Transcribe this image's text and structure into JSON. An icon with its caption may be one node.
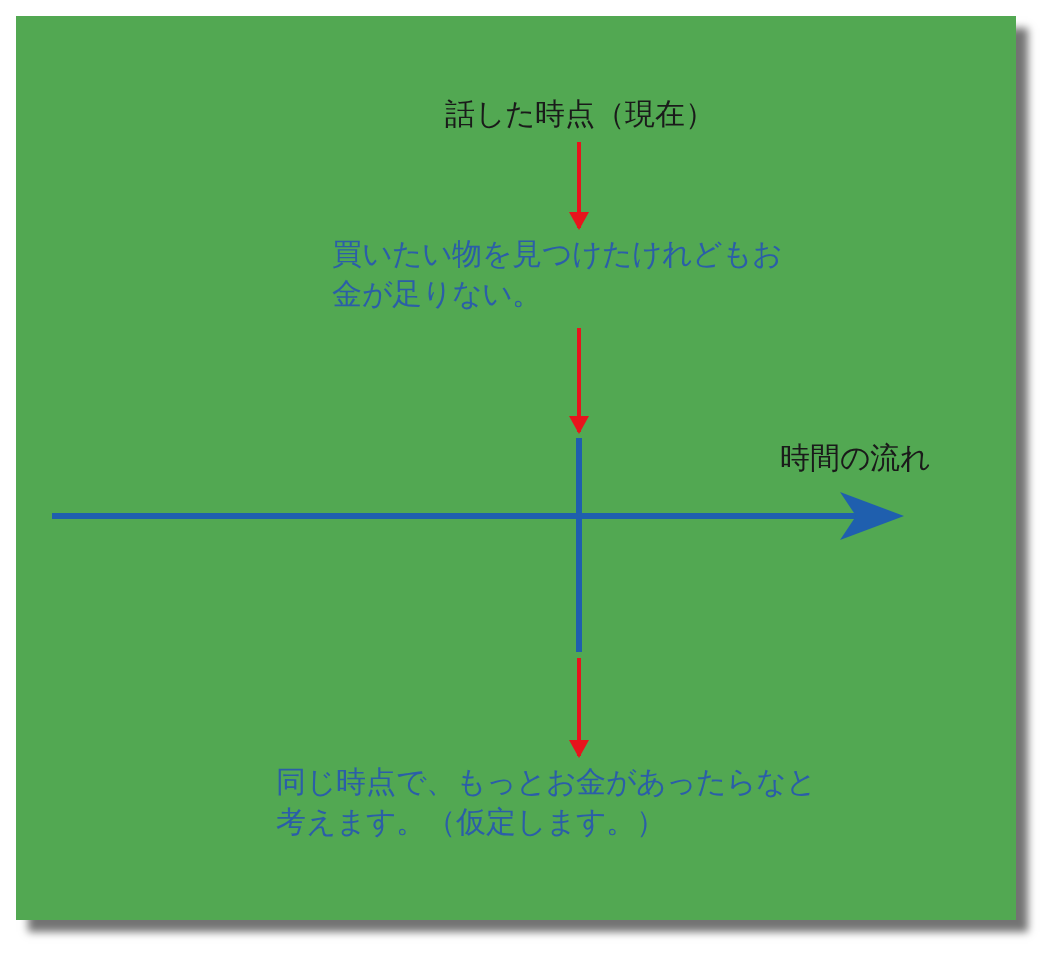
{
  "diagram": {
    "nodes": [
      {
        "text": [
          "話した時点（現在）"
        ]
      },
      {
        "text": [
          "買いたい物を見つけたけれどもお金が足りない。"
        ]
      },
      {
        "text": [],
        "shape": "bar"
      },
      {
        "text": [
          "同じ時点で、もっとお金があったらなと考えます。（仮定します。）"
        ]
      }
    ],
    "edges": [
      {
        "from": 0,
        "to": 1,
        "arrow": "to"
      },
      {
        "from": 1,
        "to": 2,
        "arrow": "to"
      },
      {
        "from": 2,
        "to": 3,
        "arrow": "to"
      }
    ],
    "labels": [
      "時間の流れ"
    ]
  }
}
